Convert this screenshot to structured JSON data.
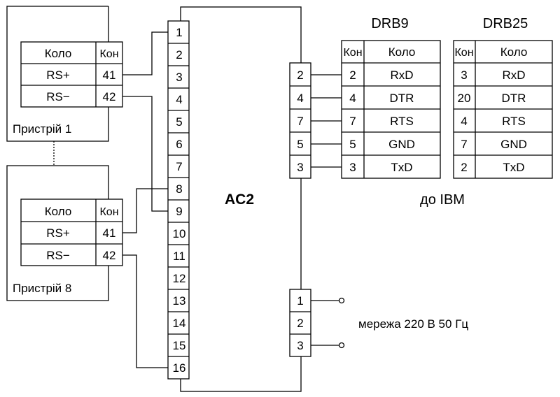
{
  "device": {
    "title": "AC2",
    "left_terminals": [
      "1",
      "2",
      "3",
      "4",
      "5",
      "6",
      "7",
      "8",
      "9",
      "10",
      "11",
      "12",
      "13",
      "14",
      "15",
      "16"
    ],
    "rs232_terminals": [
      "2",
      "4",
      "7",
      "5",
      "3"
    ],
    "power_terminals": [
      "1",
      "2",
      "3"
    ]
  },
  "devices": [
    {
      "caption": "Пристрій 1",
      "header": {
        "circuit": "Коло",
        "pin": "Кон"
      },
      "rows": [
        {
          "circuit": "RS+",
          "pin": "41"
        },
        {
          "circuit": "RS−",
          "pin": "42"
        }
      ]
    },
    {
      "caption": "Пристрій 8",
      "header": {
        "circuit": "Коло",
        "pin": "Кон"
      },
      "rows": [
        {
          "circuit": "RS+",
          "pin": "41"
        },
        {
          "circuit": "RS−",
          "pin": "42"
        }
      ]
    }
  ],
  "drb9": {
    "title": "DRB9",
    "header": {
      "pin": "Кон",
      "circuit": "Коло"
    },
    "rows": [
      {
        "pin": "2",
        "circuit": "RxD"
      },
      {
        "pin": "4",
        "circuit": "DTR"
      },
      {
        "pin": "7",
        "circuit": "RTS"
      },
      {
        "pin": "5",
        "circuit": "GND"
      },
      {
        "pin": "3",
        "circuit": "TxD"
      }
    ]
  },
  "drb25": {
    "title": "DRB25",
    "header": {
      "pin": "Кон",
      "circuit": "Коло"
    },
    "rows": [
      {
        "pin": "3",
        "circuit": "RxD"
      },
      {
        "pin": "20",
        "circuit": "DTR"
      },
      {
        "pin": "4",
        "circuit": "RTS"
      },
      {
        "pin": "7",
        "circuit": "GND"
      },
      {
        "pin": "2",
        "circuit": "TxD"
      }
    ]
  },
  "ibm_label": "до IBM",
  "power_label": "мережа 220 В 50 Гц"
}
